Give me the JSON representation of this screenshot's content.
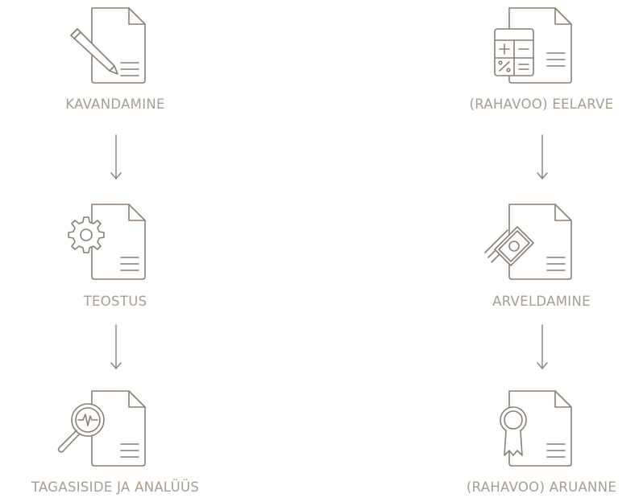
{
  "diagram": {
    "left_column": [
      {
        "label": "KAVANDAMINE",
        "icon": "document-pencil-icon"
      },
      {
        "label": "TEOSTUS",
        "icon": "document-gear-icon"
      },
      {
        "label": "TAGASISIDE JA ANALÜÜS",
        "icon": "document-magnifier-icon"
      }
    ],
    "right_column": [
      {
        "label": "(RAHAVOO) EELARVE",
        "icon": "document-calculator-icon"
      },
      {
        "label": "ARVELDAMINE",
        "icon": "document-money-icon"
      },
      {
        "label": "(RAHAVOO) ARUANNE",
        "icon": "document-certificate-icon"
      }
    ],
    "colors": {
      "line": "#8a7f76",
      "text": "#a69d95"
    }
  }
}
